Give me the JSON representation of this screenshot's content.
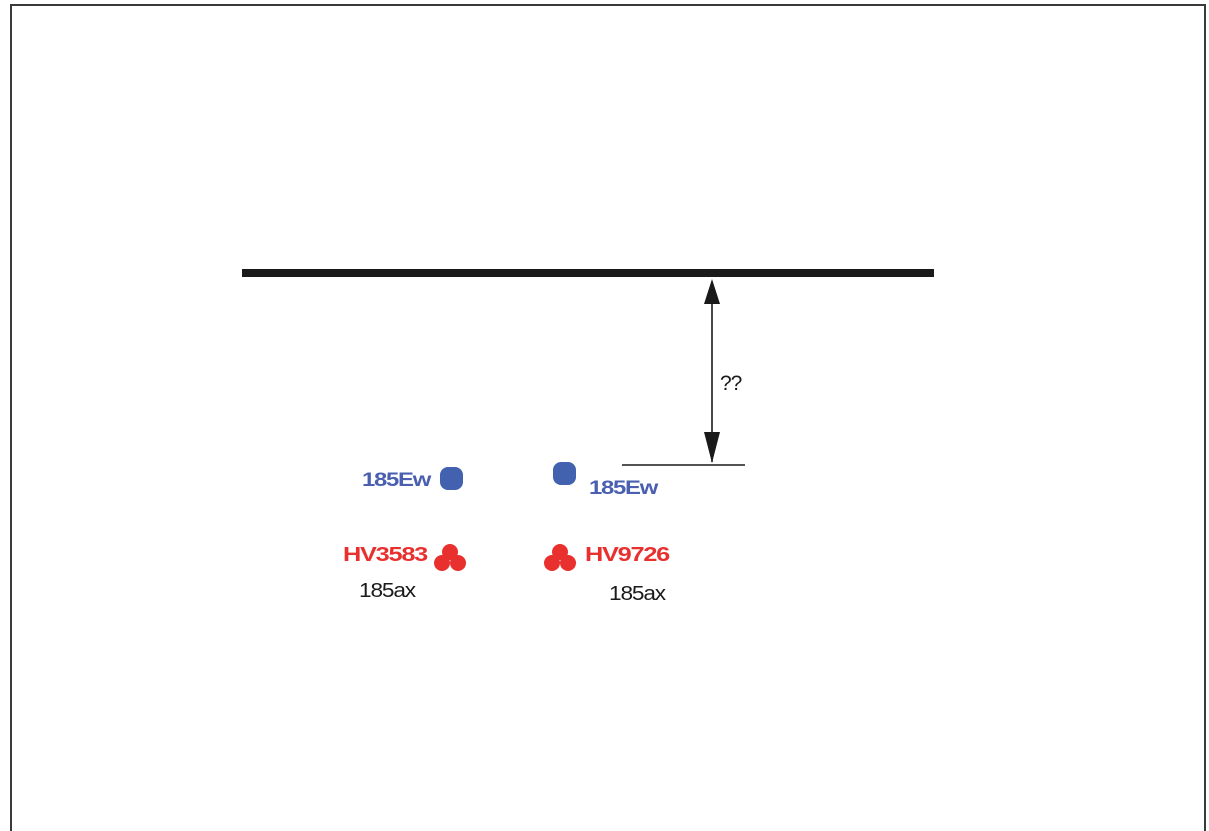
{
  "distance_label": "??",
  "points": [
    {
      "id": "left",
      "blue_label": "185Ew",
      "red_label": "HV3583",
      "black_label": "185ax"
    },
    {
      "id": "right",
      "blue_label": "185Ew",
      "red_label": "HV9726",
      "black_label": "185ax"
    }
  ],
  "colors": {
    "reference_line": "#1a1a1a",
    "blue_marker": "#4262b0",
    "blue_text": "#4a5fb0",
    "red_marker": "#e8312f",
    "red_text": "#e8312f",
    "black_text": "#1a1a1a"
  }
}
